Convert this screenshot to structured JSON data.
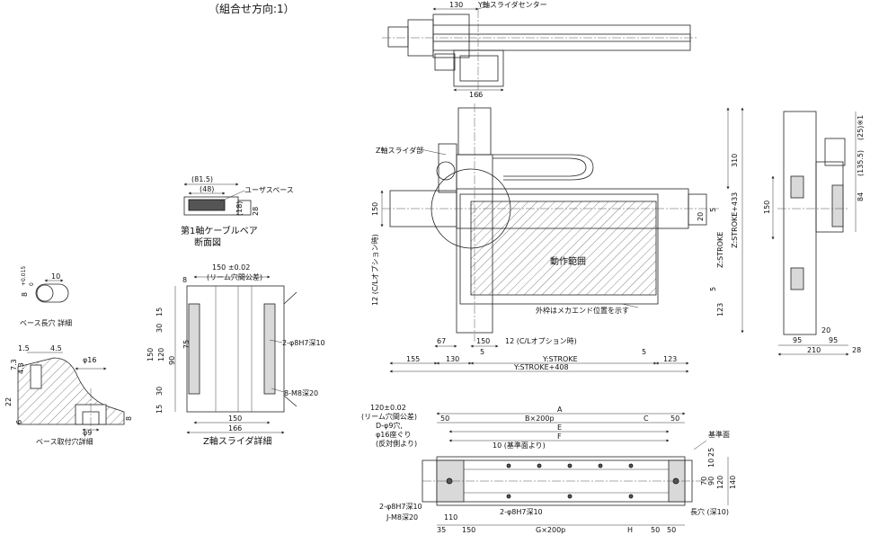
{
  "title": "（組合せ方向:1）",
  "top_view": {
    "dim_130": "130",
    "y_center_label": "Y軸スライダセンター",
    "dim_166": "166"
  },
  "cable_section": {
    "dim_81_5": "(81.5)",
    "dim_48": "(48)",
    "user_space": "ユーザスペース",
    "dim_18": "(18)",
    "dim_28": "28",
    "caption_1": "第1軸ケーブルベア",
    "caption_2": "断面図"
  },
  "base_slot": {
    "dim_10": "10",
    "dim_8": "8",
    "tolerance": "+0.015",
    "tolerance_zero": "0",
    "caption": "ベース長穴 詳細"
  },
  "base_hole": {
    "dim_1_5": "1.5",
    "dim_4_5": "4.5",
    "dim_7_3": "7.3",
    "dim_4_3": "4.3",
    "dim_22": "22",
    "dim_6": "6",
    "dim_16": "φ16",
    "dim_9": "φ9",
    "dim_8": "8",
    "caption": "ベース取付穴詳細"
  },
  "z_slider": {
    "dim_150_tol": "150 ±0.02",
    "dim_rim": "(リーム穴間公差)",
    "dim_8": "8",
    "left_dims": [
      "15",
      "30",
      "75",
      "150",
      "120",
      "90",
      "30",
      "15"
    ],
    "label_pin": "2-φ8H7深10",
    "label_tap": "8-M8深20",
    "dim_150": "150",
    "dim_166": "166",
    "caption": "Z軸スライダ詳細"
  },
  "front_view": {
    "z_slider_part": "Z軸スライダ部",
    "dim_150": "150",
    "cl_option_v": "12 (C/Lオプション時)",
    "motion_range": "動作範囲",
    "outer_frame_note": "外枠はメカエンド位置を示す",
    "dim_310": "310",
    "dim_20": "20",
    "dim_5a": "5",
    "dim_5b": "5",
    "z_stroke": "Z:STROKE",
    "z_stroke_433": "Z:STROKE+433",
    "dim_123_v": "123",
    "dim_67": "67",
    "dim_150_h": "150",
    "cl_option_h": "12 (C/Lオプション時)",
    "dim_5c": "5",
    "dim_5d": "5",
    "dim_155": "155",
    "dim_130": "130",
    "y_stroke": "Y:STROKE",
    "dim_123_h": "123",
    "y_stroke_408": "Y:STROKE+408"
  },
  "side_view": {
    "dim_25_note": "(25)※1",
    "dim_135_5": "(135.5)",
    "dim_84": "84",
    "dim_150": "150",
    "dim_20": "20",
    "dim_95a": "95",
    "dim_95b": "95",
    "dim_210": "210",
    "dim_28": "28"
  },
  "bottom_view": {
    "tol_120": "120±0.02",
    "rim_tol": "(リーム穴間公差)",
    "label_a": "A",
    "dim_50a": "50",
    "b_200p": "B×200p",
    "label_c": "C",
    "dim_50b": "50",
    "d_hole": "D-φ9穴,",
    "counterbore": "φ16座ぐり",
    "opposite": "(反対側より)",
    "label_e": "E",
    "label_f": "F",
    "from_ref": "10 (基準面より)",
    "ref_face": "基準面",
    "right_dims": [
      "25",
      "10",
      "70",
      "90",
      "120",
      "140"
    ],
    "pin_left": "2-φ8H7深10",
    "tap_j": "J-M8深20",
    "dim_110": "110",
    "pin_mid": "2-φ8H7深10",
    "dim_35": "35",
    "dim_150": "150",
    "g_200p": "G×200p",
    "label_h": "H",
    "dim_50c": "50",
    "dim_50d": "50",
    "long_hole": "長穴 (深10)"
  }
}
